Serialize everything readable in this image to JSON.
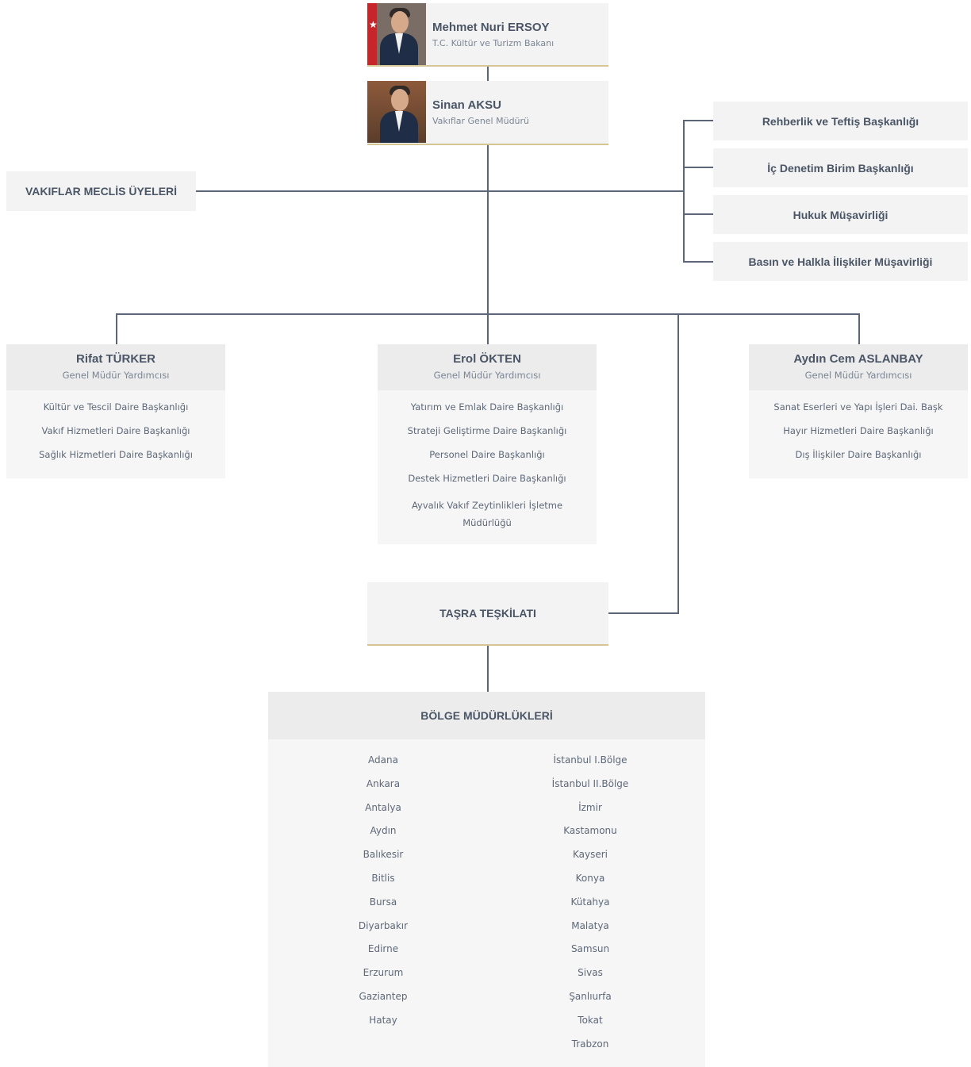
{
  "minister": {
    "name": "Mehmet Nuri ERSOY",
    "title": "T.C. Kültür ve Turizm Bakanı",
    "photo_icon": "minister-portrait"
  },
  "director": {
    "name": "Sinan AKSU",
    "title": "Vakıflar Genel Müdürü",
    "photo_icon": "director-portrait"
  },
  "council": {
    "label": "VAKIFLAR MECLİS ÜYELERİ"
  },
  "advisory": [
    {
      "label": "Rehberlik ve Teftiş Başkanlığı"
    },
    {
      "label": "İç Denetim Birim Başkanlığı"
    },
    {
      "label": "Hukuk Müşavirliği"
    },
    {
      "label": "Basın ve Halkla İlişkiler Müşavirliği"
    }
  ],
  "deputies": [
    {
      "name": "Rifat TÜRKER",
      "role": "Genel Müdür Yardımcısı",
      "units": [
        "Kültür ve Tescil Daire Başkanlığı",
        "Vakıf Hizmetleri Daire Başkanlığı",
        "Sağlık Hizmetleri Daire Başkanlığı"
      ]
    },
    {
      "name": "Erol ÖKTEN",
      "role": "Genel Müdür Yardımcısı",
      "units": [
        "Yatırım ve Emlak Daire Başkanlığı",
        "Strateji Geliştirme Daire Başkanlığı",
        "Personel Daire Başkanlığı",
        "Destek Hizmetleri Daire Başkanlığı",
        "Ayvalık Vakıf Zeytinlikleri İşletme Müdürlüğü"
      ]
    },
    {
      "name": "Aydın Cem ASLANBAY",
      "role": "Genel Müdür Yardımcısı",
      "units": [
        "Sanat Eserleri ve Yapı İşleri Dai. Başk",
        "Hayır Hizmetleri Daire Başkanlığı",
        "Dış İlişkiler Daire Başkanlığı"
      ]
    }
  ],
  "provincial": {
    "label": "TAŞRA TEŞKİLATI"
  },
  "regional": {
    "title": "BÖLGE MÜDÜRLÜKLERİ",
    "left": [
      "Adana",
      "Ankara",
      "Antalya",
      "Aydın",
      "Balıkesir",
      "Bitlis",
      "Bursa",
      "Diyarbakır",
      "Edirne",
      "Erzurum",
      "Gaziantep",
      "Hatay"
    ],
    "right": [
      "İstanbul I.Bölge",
      "İstanbul II.Bölge",
      "İzmir",
      "Kastamonu",
      "Kayseri",
      "Konya",
      "Kütahya",
      "Malatya",
      "Samsun",
      "Sivas",
      "Şanlıurfa",
      "Tokat",
      "Trabzon"
    ]
  },
  "colors": {
    "connector": "#5b6778",
    "accent": "#d6c594",
    "box": "#f3f3f3",
    "text": "#4a5566"
  }
}
